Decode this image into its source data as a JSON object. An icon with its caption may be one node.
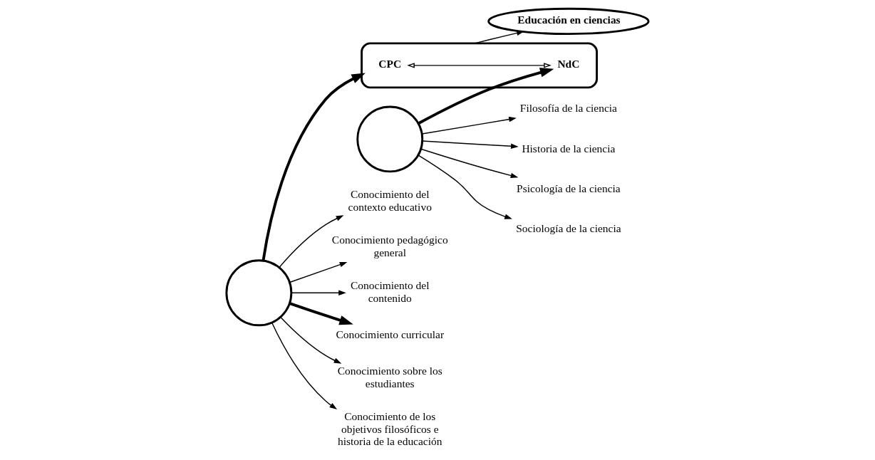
{
  "diagram": {
    "nodes": [
      {
        "text": [],
        "shape": "ellipse"
      },
      {
        "text": [
          "CPC"
        ],
        "in": 0
      },
      {
        "text": [
          "NdC"
        ],
        "in": 0
      },
      {
        "text": [
          "Educación en ciencias"
        ]
      },
      {
        "text": [],
        "shape": "circle"
      },
      {
        "text": [
          "Conocimiento del contexto educativo"
        ]
      },
      {
        "text": [
          "Conocimiento pedagógico general"
        ]
      },
      {
        "text": [
          "Conocimiento del contenido"
        ]
      },
      {
        "text": [
          "Conocimiento curricular"
        ]
      },
      {
        "text": [
          "Conocimiento sobre los estudiantes"
        ]
      },
      {
        "text": [
          "Conocimiento de los objetivos filosóficos e historia de la educación"
        ]
      },
      {
        "text": [],
        "shape": "circle"
      },
      {
        "text": [
          "Filosofía de la ciencia"
        ]
      },
      {
        "text": [
          "Historia de la ciencia"
        ]
      },
      {
        "text": [
          "Psicología de la ciencia"
        ]
      },
      {
        "text": [
          "Sociología de la ciencia"
        ]
      }
    ],
    "edges": [
      {
        "from": 4,
        "to": 5,
        "arrow": "to"
      },
      {
        "from": 4,
        "to": 6,
        "arrow": "to"
      },
      {
        "from": 4,
        "to": 7,
        "arrow": "to"
      },
      {
        "from": 4,
        "to": 8,
        "arrow": "to",
        "style": "thick"
      },
      {
        "from": 4,
        "to": 9,
        "arrow": "to"
      },
      {
        "from": 4,
        "to": 10,
        "arrow": "to"
      },
      {
        "from": 4,
        "to": 0,
        "arrow": "to",
        "style": "thick"
      },
      {
        "from": 1,
        "to": 2,
        "arrow": "both"
      },
      {
        "from": 0,
        "to": 3,
        "arrow": "to"
      },
      {
        "from": 11,
        "to": 2,
        "arrow": "to",
        "style": "thick"
      },
      {
        "from": 11,
        "to": 12,
        "arrow": "to"
      },
      {
        "from": 11,
        "to": 13,
        "arrow": "to"
      },
      {
        "from": 11,
        "to": 14,
        "arrow": "to"
      },
      {
        "from": 11,
        "to": 15,
        "arrow": "to"
      }
    ]
  }
}
